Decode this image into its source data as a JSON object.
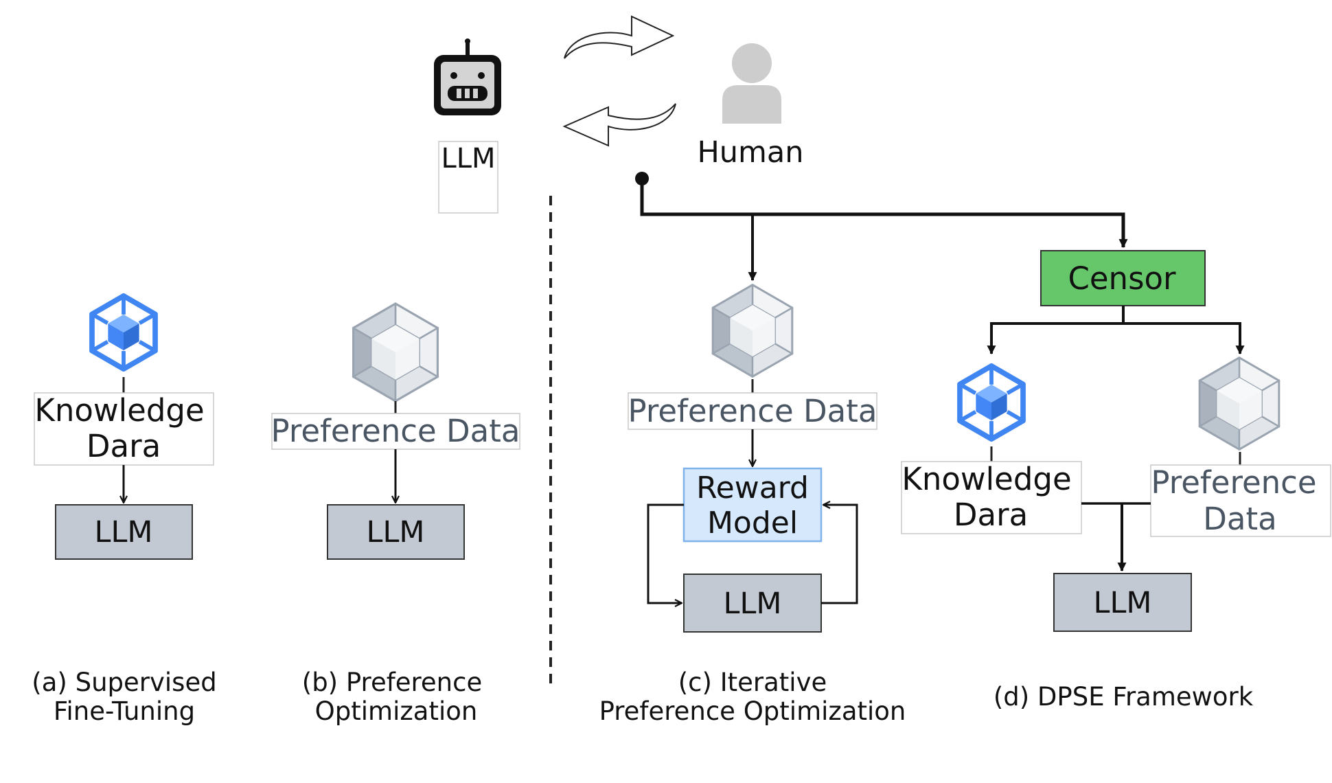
{
  "header": {
    "llm_label": "LLM",
    "human_label": "Human"
  },
  "panel_a": {
    "data_line1": "Knowledge",
    "data_line2": "Dara",
    "llm_label": "LLM",
    "caption_line1": "(a) Supervised",
    "caption_line2": "Fine-Tuning"
  },
  "panel_b": {
    "data_label": "Preference Data",
    "llm_label": "LLM",
    "caption_line1": "(b) Preference",
    "caption_line2": "Optimization"
  },
  "panel_c": {
    "data_label": "Preference Data",
    "reward_line1": "Reward",
    "reward_line2": "Model",
    "llm_label": "LLM",
    "caption_line1": "(c) Iterative",
    "caption_line2": "Preference Optimization"
  },
  "panel_d": {
    "censor_label": "Censor",
    "knowledge_line1": "Knowledge",
    "knowledge_line2": "Dara",
    "preference_line1": "Preference",
    "preference_line2": "Data",
    "llm_label": "LLM",
    "caption": "(d) DPSE Framework"
  },
  "colors": {
    "llm_box_fill": "#c2c9d3",
    "reward_fill": "#d6e8fb",
    "reward_border": "#7fb2ea",
    "censor_fill": "#66c66a",
    "knowledge_icon": "#4287f5",
    "preference_icon": "#a7b1bd"
  }
}
